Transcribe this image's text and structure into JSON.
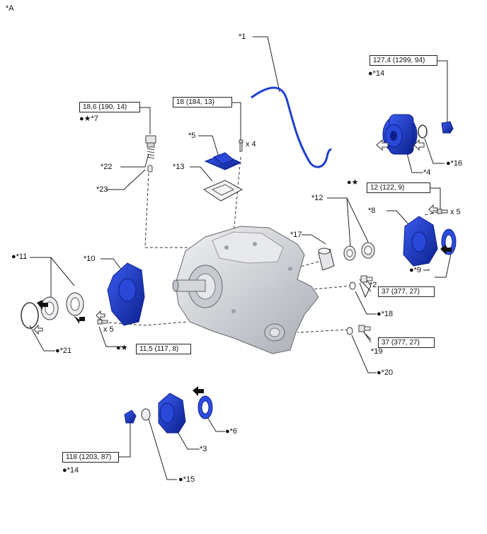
{
  "figure_label": "*A",
  "parts": {
    "p1": "*1",
    "p2": "*2",
    "p3": "*3",
    "p4": "*4",
    "p5": "*5",
    "p6": "●*6",
    "p7": "●★*7",
    "p8": "*8",
    "p9": "●*9",
    "p10": "*10",
    "p11": "●*11",
    "p12": "*12",
    "p13": "*13",
    "p14a": "●*14",
    "p14b": "●*14",
    "p15": "●*15",
    "p16": "●*16",
    "p17": "*17",
    "p18": "●*18",
    "p19": "*19",
    "p20": "●*20",
    "p21": "●*21",
    "p22": "*22",
    "p23": "*23"
  },
  "torques": {
    "t1": "127,4 (1299, 94)",
    "t2": "18,6 (190, 14)",
    "t3": "18 (184, 13)",
    "t4": "12 (122, 9)",
    "t5": "37 (377, 27)",
    "t6": "37 (377, 27)",
    "t7": "11,5 (117, 8)",
    "t8": "118 (1203, 87)"
  },
  "notes": {
    "x4": "x 4",
    "x5a": "x 5",
    "x5b": "x 5",
    "star_a": "●★",
    "star_b": "●★"
  },
  "colors": {
    "part_blue": "#1f3fd0",
    "part_blue_dark": "#0c1f8c",
    "housing_gray": "#d9dbe0",
    "line": "#222222"
  }
}
